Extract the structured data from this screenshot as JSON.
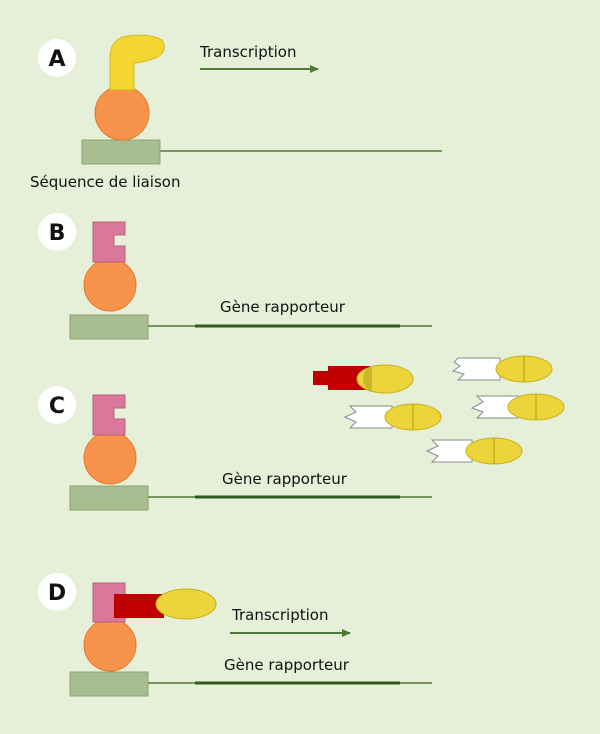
{
  "panels": {
    "a": {
      "letter": "A",
      "arrow_label": "Transcription",
      "site_label": "Séquence de liaison"
    },
    "b": {
      "letter": "B",
      "gene_label": "Gène rapporteur"
    },
    "c": {
      "letter": "C",
      "gene_label": "Gène rapporteur"
    },
    "d": {
      "letter": "D",
      "arrow_label": "Transcription",
      "gene_label": "Gène rapporteur"
    }
  },
  "colors": {
    "background": "#e6f0d8",
    "binding_site": "#a8bd90",
    "dna_binding_domain": "#f7934a",
    "activation_domain": "#f4d633",
    "bait_domain": "#d9789a",
    "prey_tag": "#c00000",
    "prey_protein": "#ecd53a",
    "dna_line": "#4f7a35",
    "arrow": "#4f7a35"
  }
}
